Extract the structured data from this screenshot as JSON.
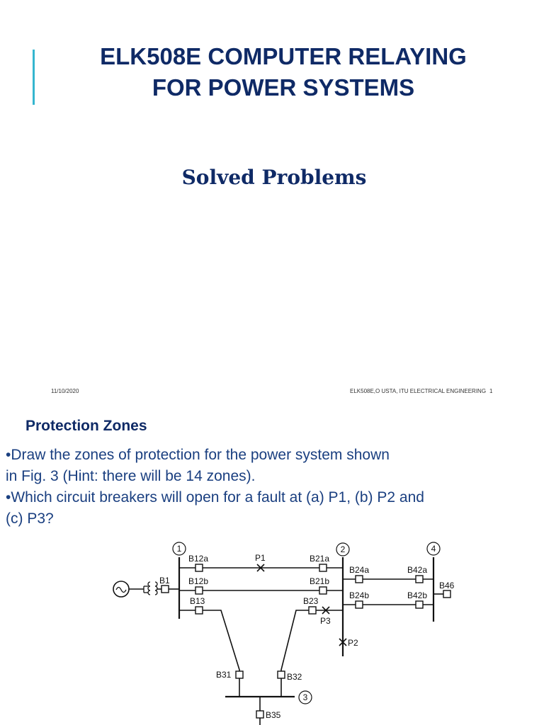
{
  "slide1": {
    "title_line1": "ELK508E COMPUTER RELAYING",
    "title_line2": "FOR POWER SYSTEMS",
    "subtitle": "Solved Problems",
    "footer_date": "11/10/2020",
    "footer_center": "ELK508E,O USTA, ITU ELECTRICAL ENGINEERING",
    "footer_page": "1"
  },
  "slide2": {
    "heading": "Protection Zones",
    "bullet1_line1": "•Draw the zones of protection for the power system shown",
    "bullet1_line2": "in Fig. 3 (Hint: there will be 14 zones).",
    "bullet2_line1": "•Which circuit breakers will open  for a fault at (a) P1, (b) P2 and",
    "bullet2_line2": "(c) P3?"
  },
  "diagram": {
    "bus_labels": [
      "1",
      "2",
      "3",
      "4"
    ],
    "breakers": {
      "B1": "B1",
      "B12a": "B12a",
      "B12b": "B12b",
      "B13": "B13",
      "B21a": "B21a",
      "B21b": "B21b",
      "B23": "B23",
      "B24a": "B24a",
      "B24b": "B24b",
      "B42a": "B42a",
      "B42b": "B42b",
      "B46": "B46",
      "B31": "B31",
      "B32": "B32",
      "B35": "B35"
    },
    "faults": {
      "P1": "P1",
      "P2": "P2",
      "P3": "P3"
    }
  }
}
